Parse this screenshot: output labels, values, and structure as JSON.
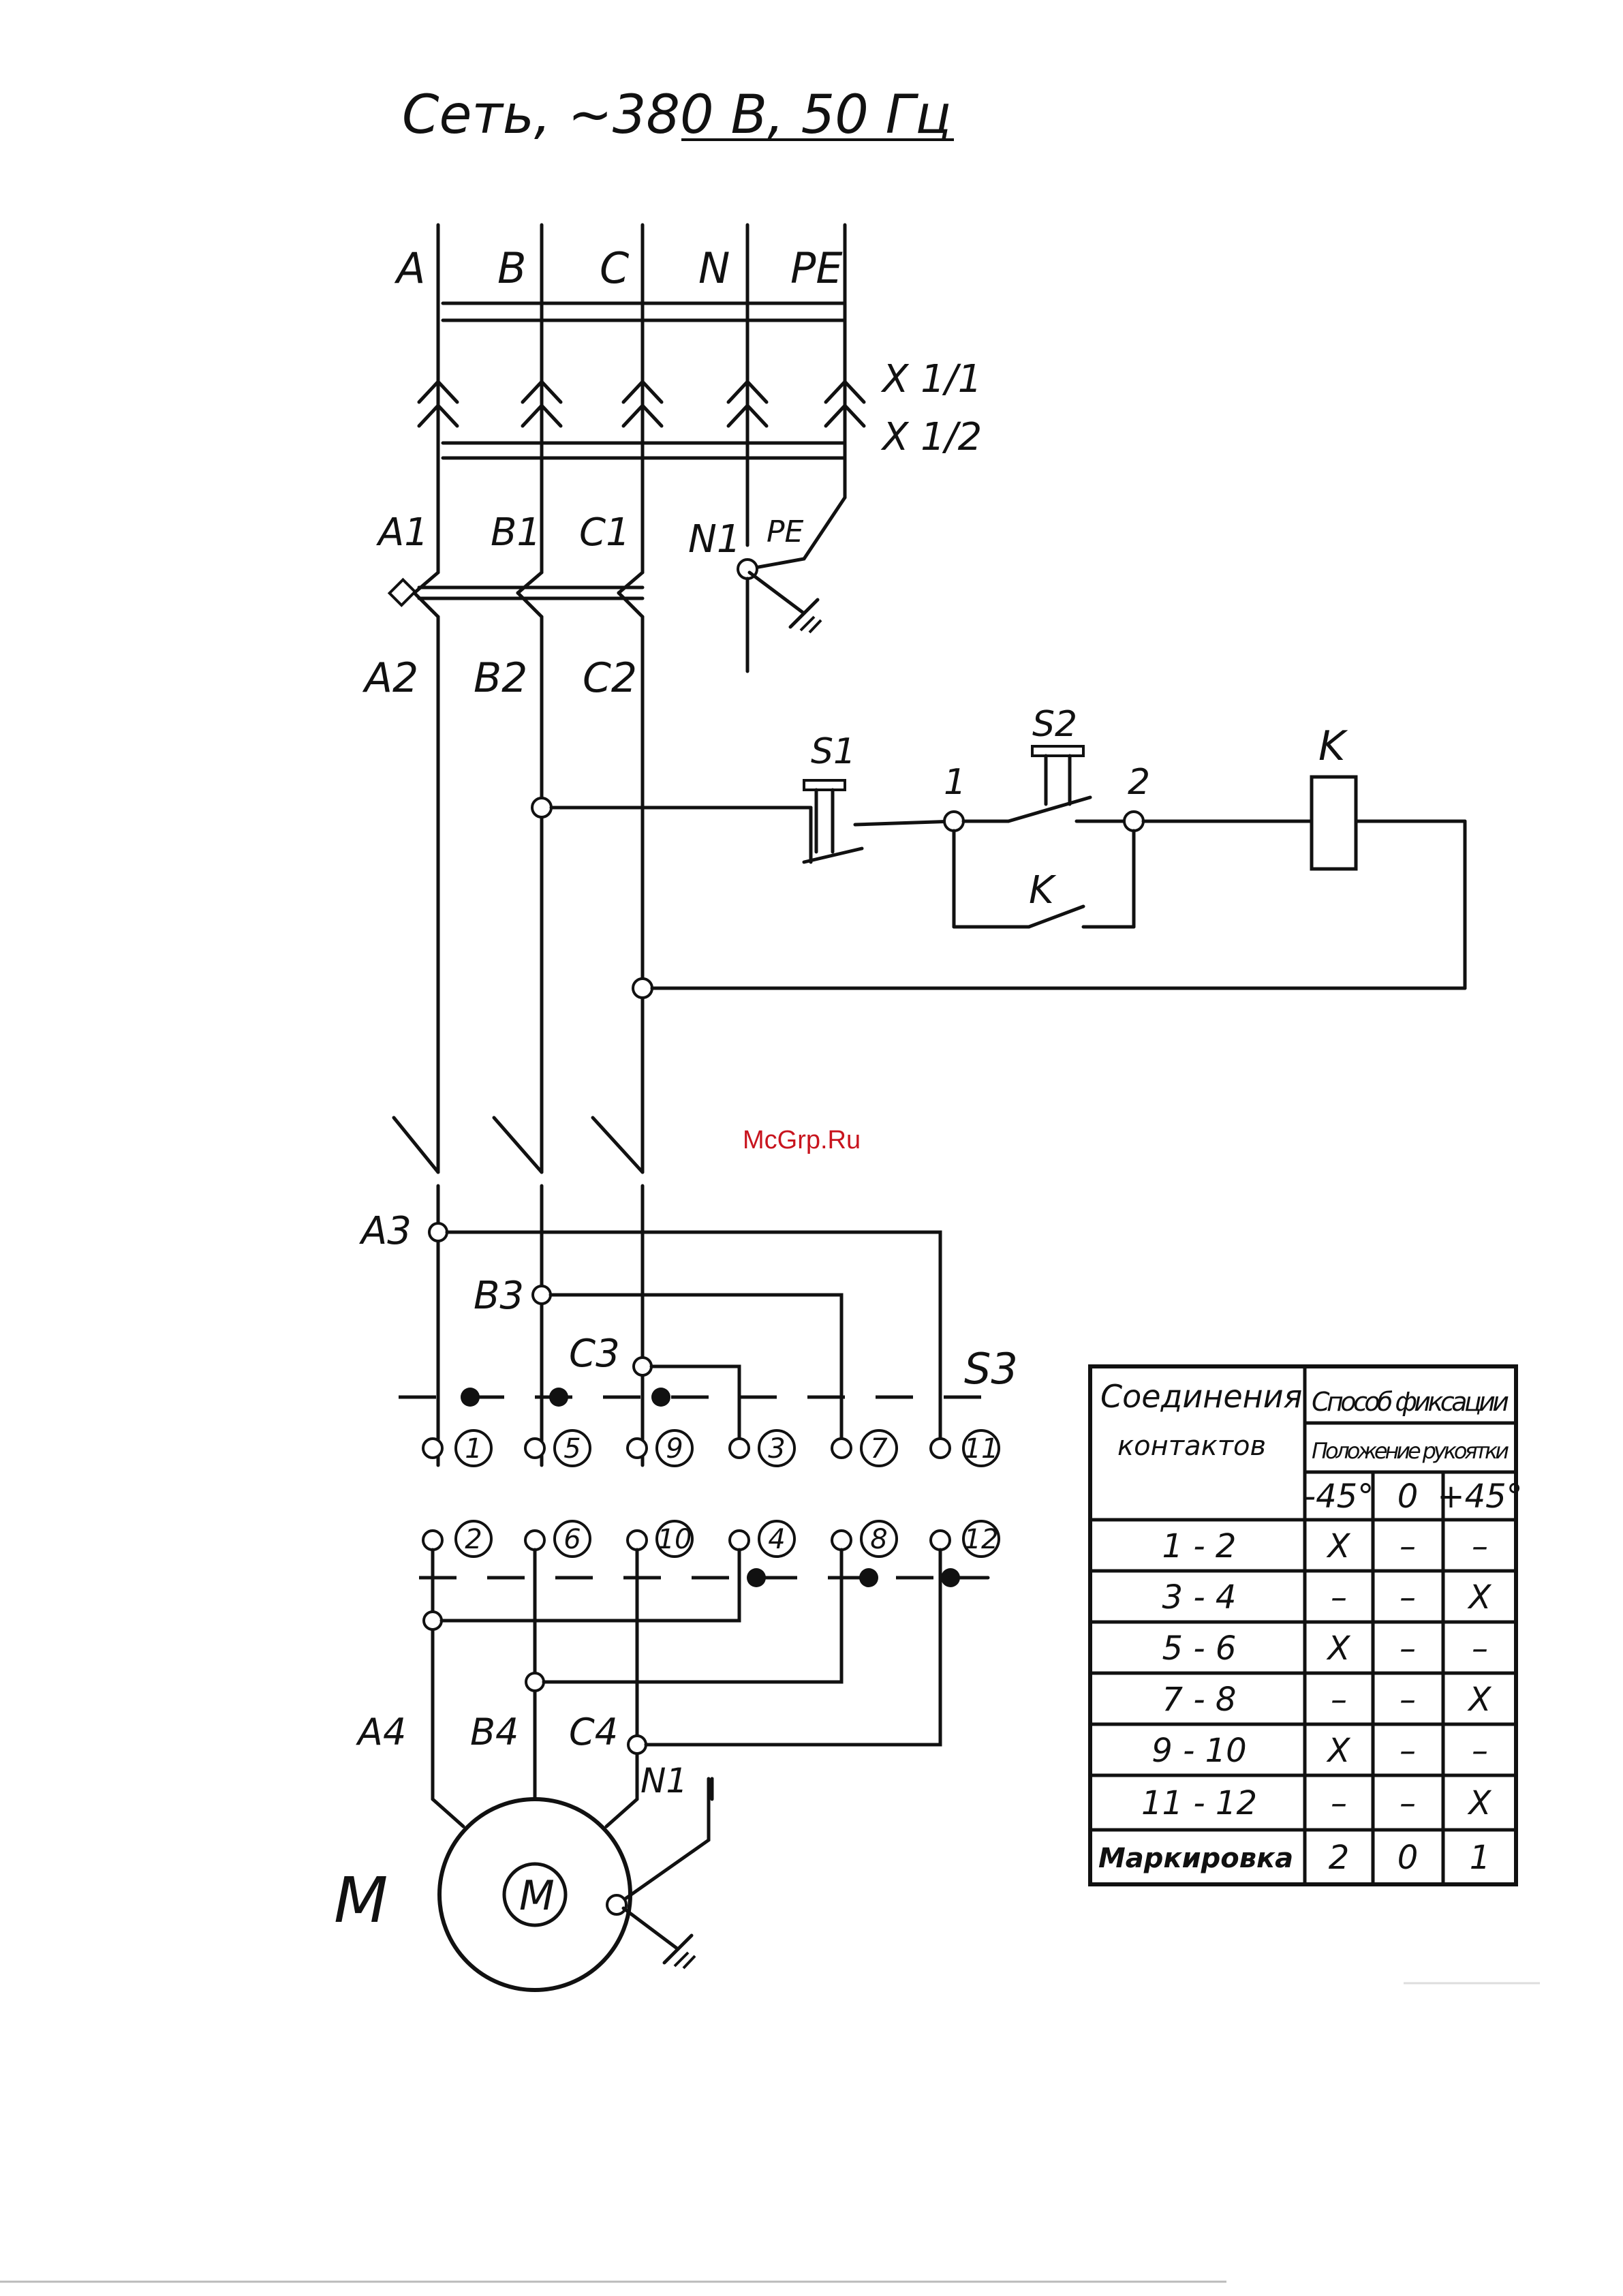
{
  "title": "Сеть, ~380 В, 50 Гц",
  "bus_labels": [
    "A",
    "B",
    "C",
    "N",
    "PE"
  ],
  "connector_labels": [
    "X 1/1",
    "X 1/2"
  ],
  "breaker_top_labels": [
    "A1",
    "B1",
    "C1",
    "N1",
    "PE"
  ],
  "breaker_bottom_labels": [
    "A2",
    "B2",
    "C2"
  ],
  "control": {
    "s1": "S1",
    "s2": "S2",
    "coil": "K",
    "hold_contact": "K",
    "node1": "1",
    "node2": "2"
  },
  "contactor_labels": [
    "A3",
    "B3",
    "C3"
  ],
  "switch_label": "S3",
  "top_terminals": [
    "1",
    "5",
    "9",
    "3",
    "7",
    "11"
  ],
  "bottom_terminals": [
    "2",
    "6",
    "10",
    "4",
    "8",
    "12"
  ],
  "motor_labels": [
    "A4",
    "B4",
    "C4",
    "N1"
  ],
  "motor": {
    "label": "M",
    "symbol": "M"
  },
  "watermark": "McGrp.Ru",
  "table": {
    "header_connections": "Соединения",
    "header_contacts": "контактов",
    "header_fixation": "Способ фиксации",
    "header_position": "Положение рукоятки",
    "positions": [
      "-45°",
      "0",
      "+45°"
    ],
    "rows": [
      {
        "pair": "1 - 2",
        "values": [
          "X",
          "–",
          "–"
        ]
      },
      {
        "pair": "3 - 4",
        "values": [
          "–",
          "–",
          "X"
        ]
      },
      {
        "pair": "5 - 6",
        "values": [
          "X",
          "–",
          "–"
        ]
      },
      {
        "pair": "7 - 8",
        "values": [
          "–",
          "–",
          "X"
        ]
      },
      {
        "pair": "9 - 10",
        "values": [
          "X",
          "–",
          "–"
        ]
      },
      {
        "pair": "11 - 12",
        "values": [
          "–",
          "–",
          "X"
        ]
      }
    ],
    "marking_label": "Маркировка",
    "marking": [
      "2",
      "0",
      "1"
    ]
  }
}
